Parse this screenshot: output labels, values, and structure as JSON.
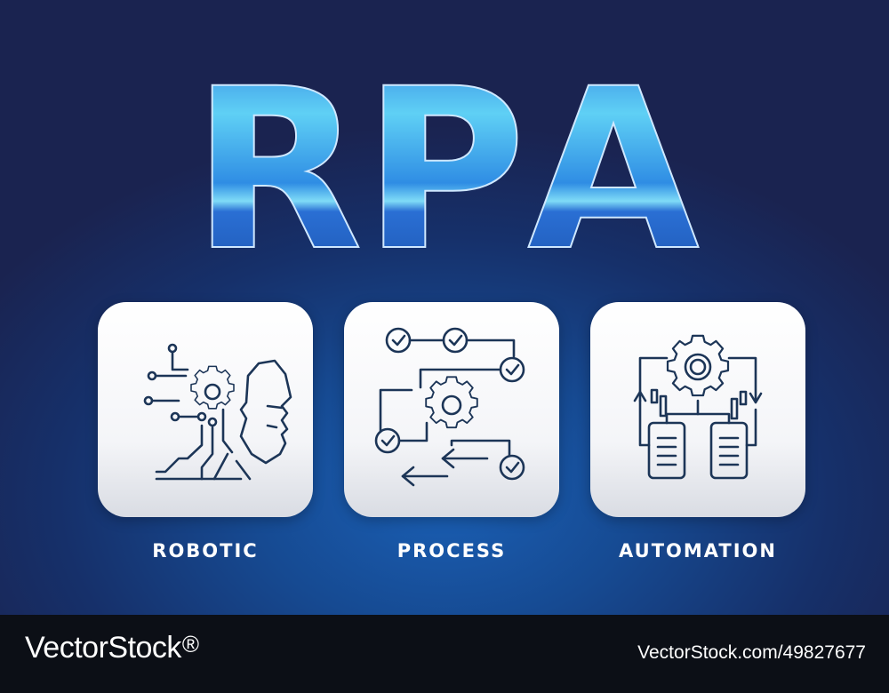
{
  "title": {
    "letters": [
      "R",
      "P",
      "A"
    ]
  },
  "colors": {
    "background_top": "#1a2350",
    "background_glow": "#1a5fb4",
    "title_gradient_light": "#5fd0f5",
    "title_gradient_mid": "#2f8de4",
    "title_gradient_dark": "#1a4fa8",
    "icon_stroke": "#1c3557",
    "footer": "#0c0f16"
  },
  "tiles": [
    {
      "icon": "robot-head-gear-icon",
      "label": "ROBOTIC"
    },
    {
      "icon": "process-flow-gear-icon",
      "label": "PROCESS"
    },
    {
      "icon": "automation-cycle-gear-icon",
      "label": "AUTOMATION"
    }
  ],
  "footer": {
    "brand": "VectorStock",
    "brand_mark": "®",
    "stock_id": "VectorStock.com/49827677"
  }
}
